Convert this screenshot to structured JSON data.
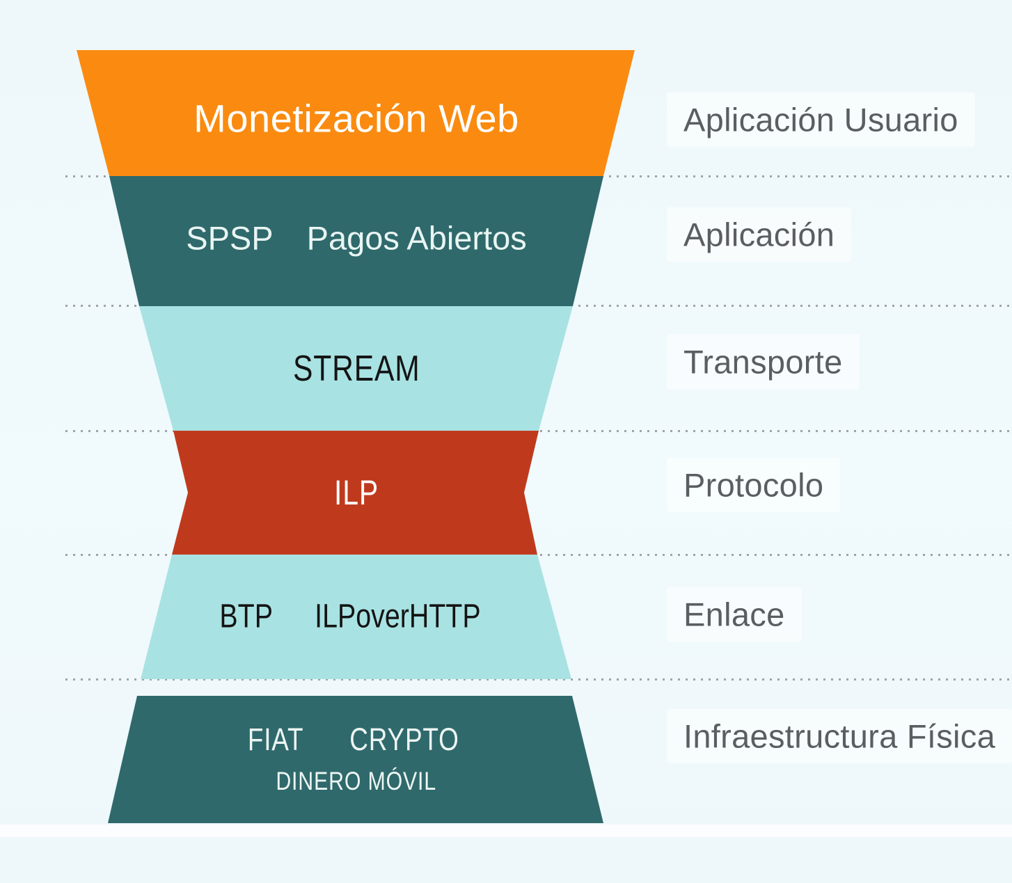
{
  "diagram": {
    "description": "Interledger protocol stack funnel (Spanish)",
    "colors": {
      "orange": "#fa8b10",
      "dark_teal": "#2f696b",
      "light_teal": "#a9e2e3",
      "red": "#bf3a1d",
      "background": "#f0f9fb",
      "dot_gray": "#8f9597",
      "category_text": "#5a5e60"
    },
    "funnel": {
      "layers": [
        {
          "id": "web-monetization",
          "labels": {
            "main": "Monetización Web"
          },
          "color": "#fa8b10",
          "text_color": "#ffffff",
          "category": "Aplicación Usuario"
        },
        {
          "id": "spsp-open-payments",
          "labels": {
            "left": "SPSP",
            "right": "Pagos Abiertos"
          },
          "color": "#2f696b",
          "text_color": "#e9f5f3",
          "category": "Aplicación"
        },
        {
          "id": "stream",
          "labels": {
            "main": "STREAM"
          },
          "color": "#a9e2e3",
          "text_color": "#141414",
          "category": "Transporte"
        },
        {
          "id": "ilp",
          "labels": {
            "main": "ILP"
          },
          "color": "#bf3a1d",
          "text_color": "#ffffff",
          "category": "Protocolo"
        },
        {
          "id": "btp-ilp-over-http",
          "labels": {
            "left": "BTP",
            "right": "ILPoverHTTP"
          },
          "color": "#a9e2e3",
          "text_color": "#141414",
          "category": "Enlace"
        },
        {
          "id": "settlement",
          "labels": {
            "left": "FIAT",
            "right": "CRYPTO",
            "sub": "DINERO MÓVIL"
          },
          "color": "#2f696b",
          "text_color": "#edf6f4",
          "category": "Infraestructura Física"
        }
      ]
    }
  }
}
